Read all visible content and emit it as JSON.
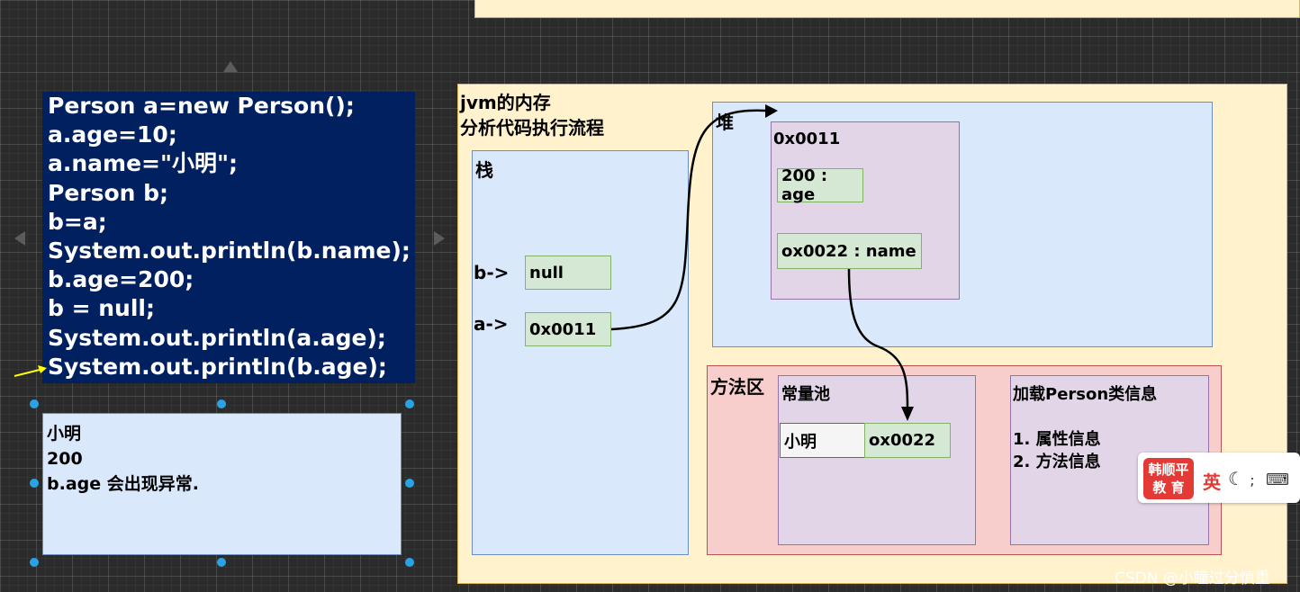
{
  "code": {
    "lines": [
      "Person a=new Person();",
      "a.age=10;",
      "a.name=\"小明\";",
      "Person b;",
      "b=a;",
      "System.out.println(b.name);",
      "b.age=200;",
      "b = null;",
      "System.out.println(a.age);",
      "System.out.println(b.age);"
    ]
  },
  "output": {
    "lines": [
      "小明",
      "200",
      "b.age 会出现异常."
    ]
  },
  "jvm": {
    "title_line1": "jvm的内存",
    "title_line2": "分析代码执行流程",
    "stack": {
      "label": "栈",
      "b_label": "b->",
      "b_value": "null",
      "a_label": "a->",
      "a_value": "0x0011"
    },
    "heap": {
      "label": "堆",
      "object_address": "0x0011",
      "age_field": "200 : age",
      "name_field": "ox0022 : name"
    },
    "method_area": {
      "label": "方法区",
      "constant_pool_label": "常量池",
      "pool_string": "小明",
      "pool_address": "ox0022",
      "class_info_label": "加载Person类信息",
      "class_info_items": [
        "1. 属性信息",
        "2. 方法信息"
      ]
    }
  },
  "ime": {
    "logo_line1": "韩顺平",
    "logo_line2": "教 育",
    "lang": "英"
  },
  "watermark": "CSDN @小瞳过分慎重",
  "colors": {
    "code_bg": "#012060",
    "panel_bg": "#fff2cc",
    "blue_box": "#dae8fc",
    "purple_box": "#e1d5e7",
    "red_box": "#f8cecc",
    "green_cell": "#d5e8d4",
    "handle": "#29a3e6"
  }
}
